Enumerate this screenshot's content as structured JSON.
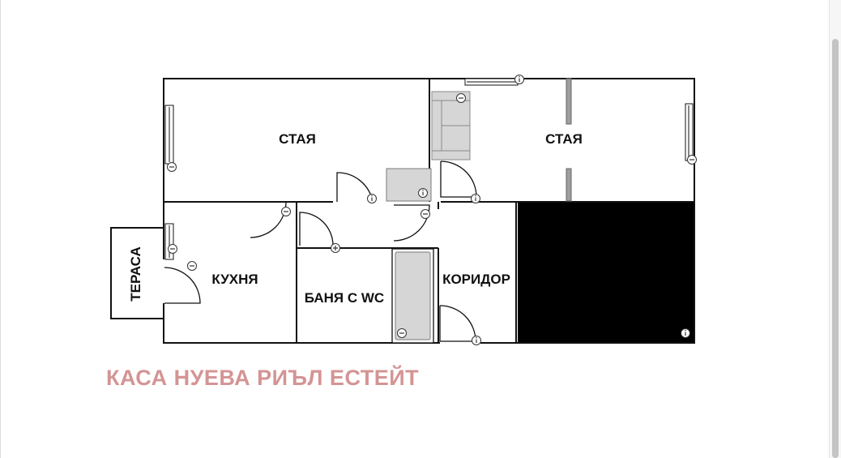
{
  "rooms": {
    "room_1": "СТАЯ",
    "room_2": "СТАЯ",
    "kitchen": "КУХНЯ",
    "bathroom": "БАНЯ С WC",
    "corridor": "КОРИДОР",
    "terrace": "ТЕРАСА"
  },
  "watermark": "КАСА НУЕВА РИЪЛ ЕСТЕЙТ",
  "colors": {
    "wall": "#111111",
    "blocked_area": "#000000",
    "watermark": "#d49494",
    "fixture_fill": "#d6d6d6",
    "fixture_stroke": "#888888"
  },
  "icons": [
    "info-icon",
    "minus-icon",
    "plus-icon"
  ]
}
